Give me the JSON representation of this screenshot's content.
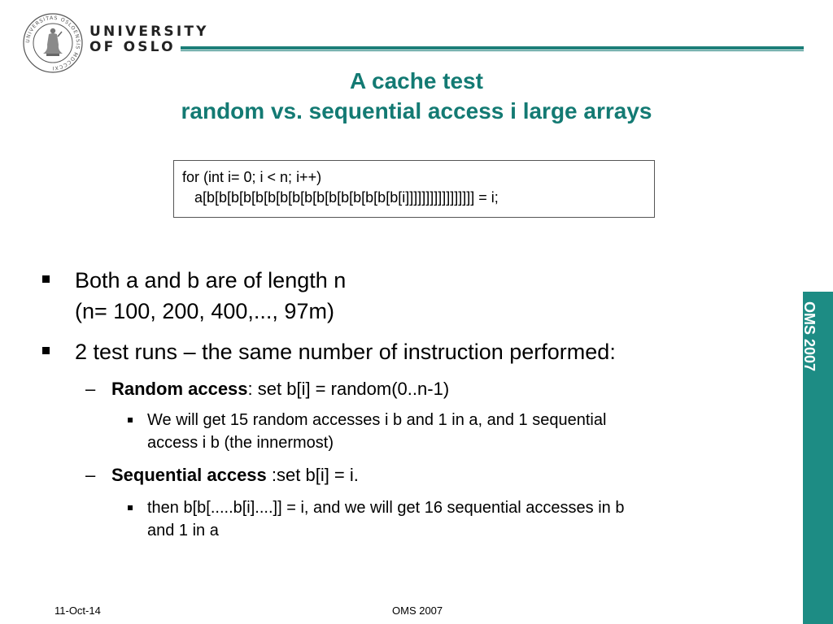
{
  "header": {
    "university_line1": "UNIVERSITY",
    "university_line2": "OF OSLO",
    "seal_text": "UNIVERSITAS OSLOENSIS MDCCCXI"
  },
  "title": {
    "line1": "A cache test",
    "line2": "random vs. sequential access i large arrays"
  },
  "code": {
    "line1": "for (int i= 0; i < n; i++)",
    "line2": "   a[b[b[b[b[b[b[b[b[b[b[b[b[b[b[b[b[i]]]]]]]]]]]]]]]]] = i;"
  },
  "bullets": {
    "b1_line1": "Both a and b are of length n",
    "b1_line2": "(n= 100, 200, 400,..., 97m)",
    "b2": "2 test runs – the same number of instruction performed:",
    "sub1_bold": "Random access",
    "sub1_rest": ": set b[i] = random(0..n-1)",
    "sub1_detail_line1": "We will get 15 random accesses i b and 1 in a,  and 1 sequential",
    "sub1_detail_line2": "access i b (the innermost)",
    "sub2_bold": "Sequential access",
    "sub2_rest": " :set b[i] = i.",
    "sub2_detail_line1": "then b[b[.....b[i]....]] = i, and we will get 16 sequential accesses in b",
    "sub2_detail_line2": "and 1 in a",
    "dash": "–"
  },
  "side_tab": {
    "label": "OMS 2007"
  },
  "footer": {
    "date": "11-Oct-14",
    "center": "OMS 2007"
  },
  "colors": {
    "accent": "#1d8c84",
    "title": "#137a73"
  }
}
